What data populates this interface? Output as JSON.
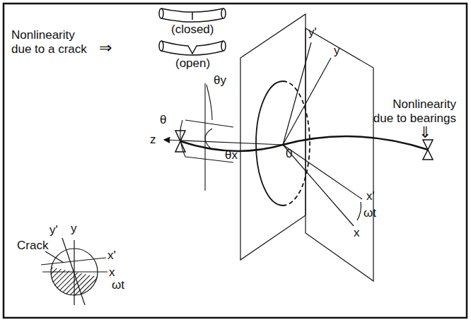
{
  "diagram": {
    "labels": [
      "Nonlinearity due to a crack",
      "⇒",
      "(closed)",
      "(open)",
      "θy",
      "θ",
      "θx",
      "z",
      "0",
      "y'",
      "y",
      "x'",
      "ωt",
      "x",
      "Nonlinearity due to bearings",
      "⇓",
      "Crack",
      "y'",
      "y",
      "x'",
      "x",
      "ωt"
    ]
  }
}
